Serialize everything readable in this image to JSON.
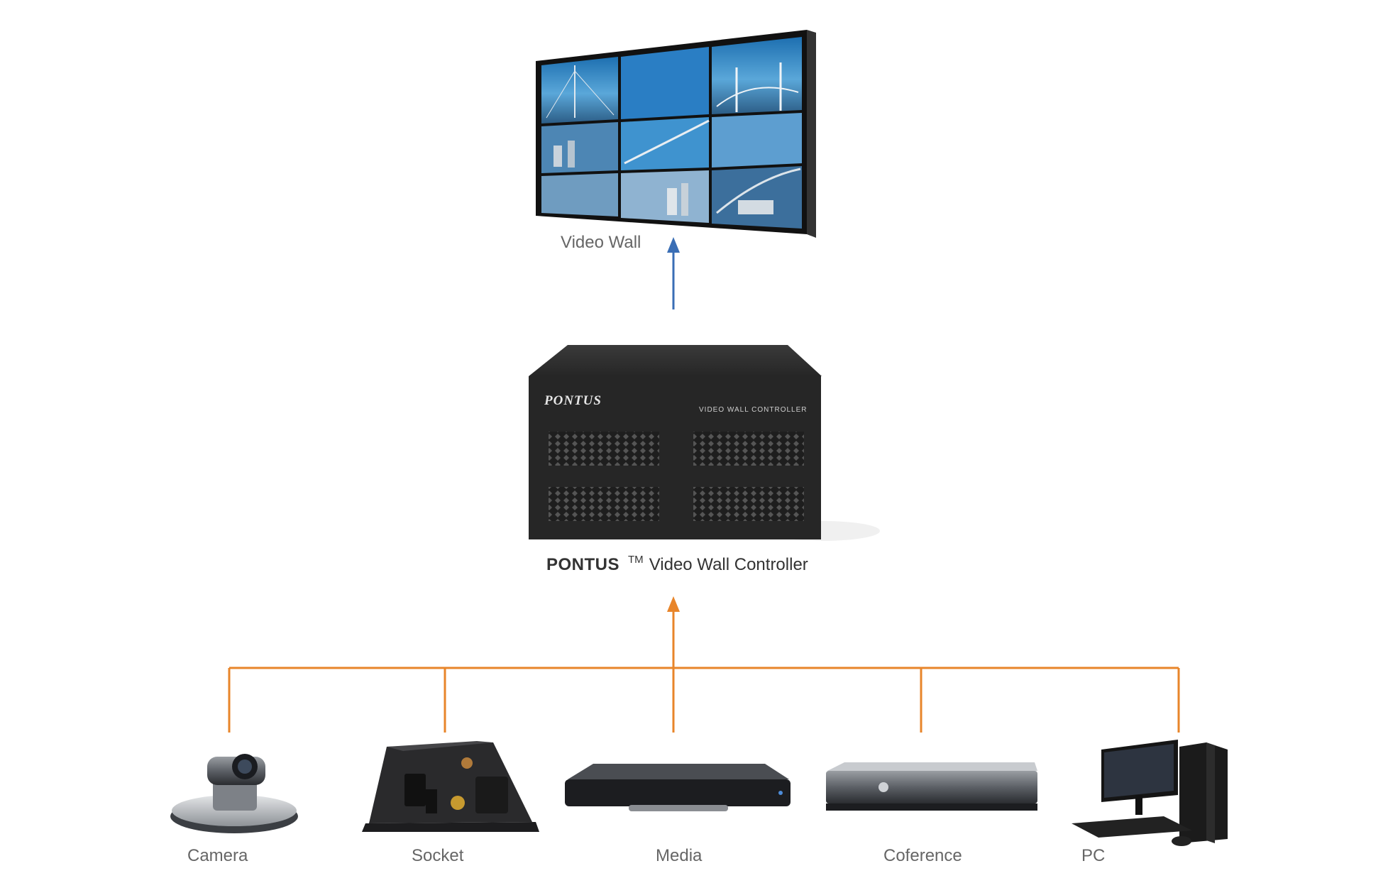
{
  "video_wall": {
    "label": "Video Wall",
    "tiles": 9
  },
  "controller": {
    "brand_logo": "PONTUS",
    "panel_text": "VIDEO WALL CONTROLLER",
    "name": "PONTUS",
    "trademark": "TM",
    "subtitle": "Video Wall Controller"
  },
  "sources": [
    {
      "label": "Camera",
      "icon": "camera-icon"
    },
    {
      "label": "Socket",
      "icon": "socket-icon"
    },
    {
      "label": "Media",
      "icon": "media-player-icon"
    },
    {
      "label": "Coference",
      "icon": "conference-device-icon"
    },
    {
      "label": "PC",
      "icon": "pc-icon"
    }
  ],
  "colors": {
    "output_arrow": "#3a6eb5",
    "input_lines": "#e8852a",
    "label_text": "#666666"
  }
}
